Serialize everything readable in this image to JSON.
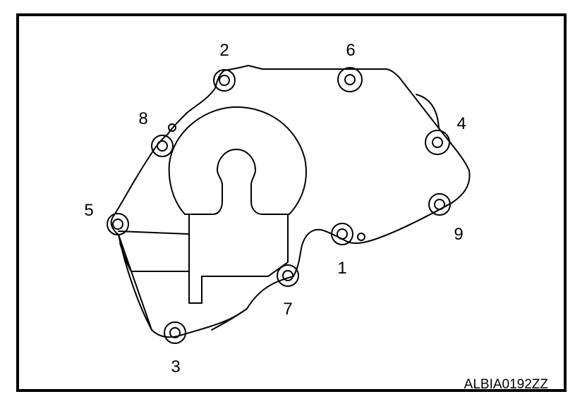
{
  "diagram": {
    "bolts": [
      {
        "number": "1"
      },
      {
        "number": "2"
      },
      {
        "number": "3"
      },
      {
        "number": "4"
      },
      {
        "number": "5"
      },
      {
        "number": "6"
      },
      {
        "number": "7"
      },
      {
        "number": "8"
      },
      {
        "number": "9"
      }
    ],
    "figure_code": "ALBIA0192ZZ"
  }
}
